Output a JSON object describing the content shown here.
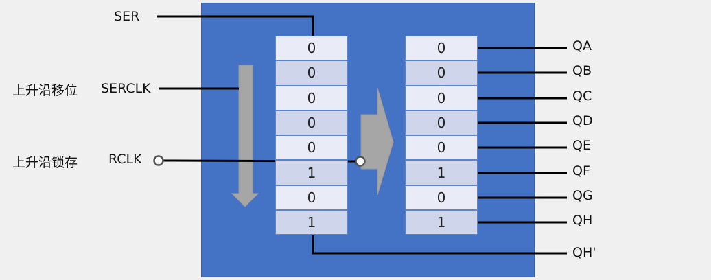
{
  "inputs": {
    "ser": "SER",
    "serclk": "SERCLK",
    "rclk": "RCLK",
    "serclk_desc": "上升沿移位",
    "rclk_desc": "上升沿锁存"
  },
  "shift_register": [
    "0",
    "0",
    "0",
    "0",
    "0",
    "1",
    "0",
    "1"
  ],
  "storage_register": [
    "0",
    "0",
    "0",
    "0",
    "0",
    "1",
    "0",
    "1"
  ],
  "outputs": [
    "QA",
    "QB",
    "QC",
    "QD",
    "QE",
    "QF",
    "QG",
    "QH"
  ],
  "cascade_output": "QH'",
  "colors": {
    "chip": "#4472c4",
    "cell_light": "#e9ecf6",
    "cell_dark": "#cfd6ec",
    "arrow": "#a6a6a6",
    "wire": "#000000"
  }
}
